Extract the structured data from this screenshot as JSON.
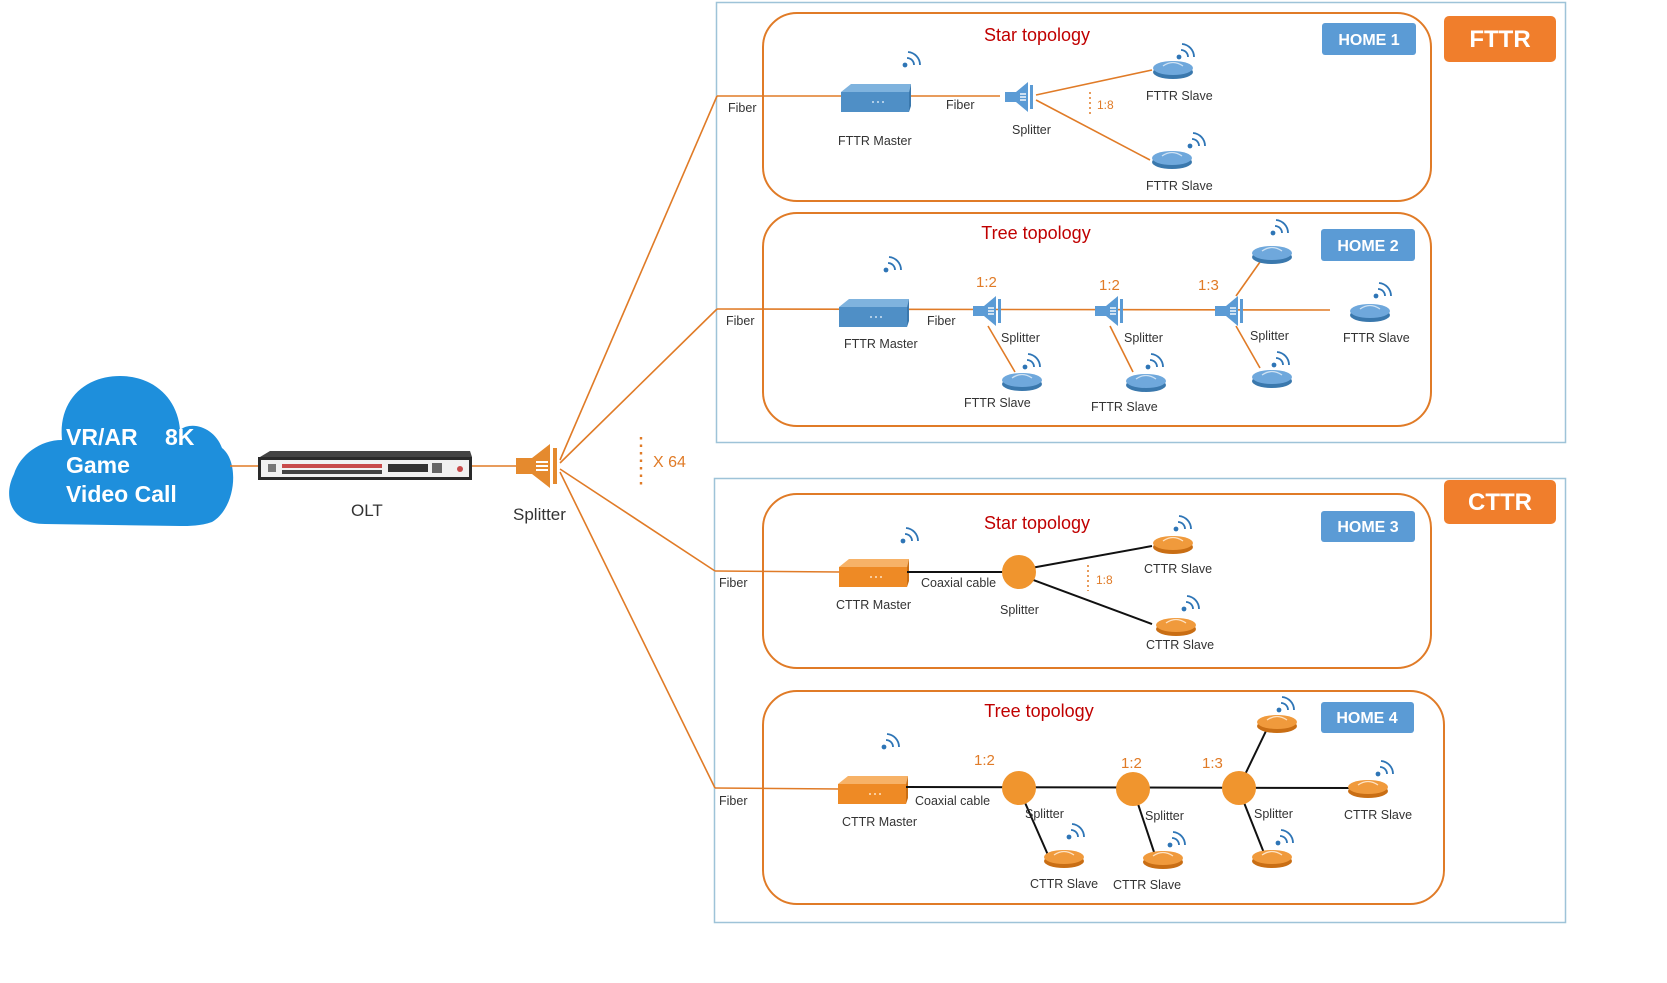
{
  "cloud": {
    "line1": "VR/AR",
    "line1b": "8K",
    "line2": "Game",
    "line3": "Video Call"
  },
  "olt": {
    "label": "OLT"
  },
  "main_splitter": {
    "label": "Splitter",
    "count": "X 64"
  },
  "fttr": {
    "tag": "FTTR",
    "home1": {
      "badge": "HOME 1",
      "title": "Star topology",
      "fiber_in": "Fiber",
      "fiber_mid": "Fiber",
      "master": "FTTR Master",
      "splitter": "Splitter",
      "ratio": "1:8",
      "slave_top": "FTTR Slave",
      "slave_bottom": "FTTR Slave"
    },
    "home2": {
      "badge": "HOME 2",
      "title": "Tree topology",
      "fiber_in": "Fiber",
      "fiber_mid": "Fiber",
      "master": "FTTR Master",
      "ratio1": "1:2",
      "ratio2": "1:2",
      "ratio3": "1:3",
      "splitter1": "Splitter",
      "splitter2": "Splitter",
      "splitter3": "Splitter",
      "slave1": "FTTR Slave",
      "slave2": "FTTR Slave",
      "slave_end": "FTTR Slave"
    }
  },
  "cttr": {
    "tag": "CTTR",
    "home3": {
      "badge": "HOME 3",
      "title": "Star topology",
      "fiber_in": "Fiber",
      "coax": "Coaxial cable",
      "master": "CTTR Master",
      "splitter": "Splitter",
      "ratio": "1:8",
      "slave_top": "CTTR Slave",
      "slave_bottom": "CTTR Slave"
    },
    "home4": {
      "badge": "HOME 4",
      "title": "Tree topology",
      "fiber_in": "Fiber",
      "coax": "Coaxial cable",
      "master": "CTTR Master",
      "ratio1": "1:2",
      "ratio2": "1:2",
      "ratio3": "1:3",
      "splitter1": "Splitter",
      "splitter2": "Splitter",
      "splitter3": "Splitter",
      "slave1": "CTTR Slave",
      "slave2": "CTTR Slave",
      "slave_end": "CTTR Slave"
    }
  },
  "colors": {
    "fiber": "#e07b27",
    "fttr_device": "#5b9bd5",
    "cttr_device": "#f0952e",
    "badge": "#5b9bd5",
    "tag": "#f07e2c",
    "topology_title": "#c00000"
  }
}
